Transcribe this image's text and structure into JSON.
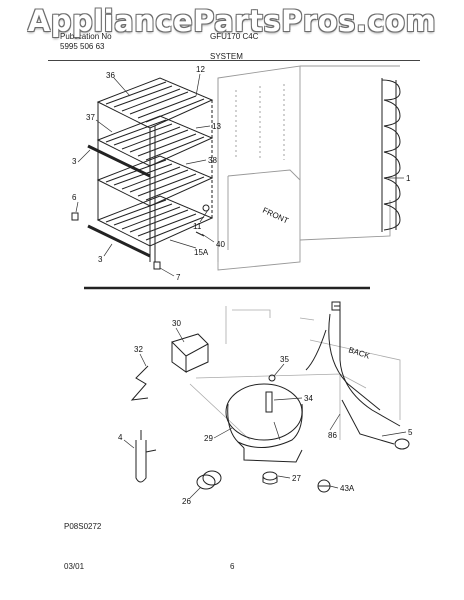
{
  "watermark": "AppliancePartsPros.com",
  "header": {
    "line1_left": "Publication No",
    "line2_left": "5995 506 63",
    "line1_right": "GFU170 C4C",
    "section_title": "SYSTEM"
  },
  "labels": {
    "front": "FRONT",
    "back": "BACK"
  },
  "callouts": [
    {
      "id": "c36",
      "text": "36"
    },
    {
      "id": "c12",
      "text": "12"
    },
    {
      "id": "c37",
      "text": "37"
    },
    {
      "id": "c13",
      "text": "13"
    },
    {
      "id": "c3a",
      "text": "3"
    },
    {
      "id": "c38",
      "text": "38"
    },
    {
      "id": "c6",
      "text": "6"
    },
    {
      "id": "c1",
      "text": "1"
    },
    {
      "id": "c11",
      "text": "11"
    },
    {
      "id": "c40",
      "text": "40"
    },
    {
      "id": "c15a",
      "text": "15A"
    },
    {
      "id": "c3b",
      "text": "3"
    },
    {
      "id": "c7",
      "text": "7"
    },
    {
      "id": "c30",
      "text": "30"
    },
    {
      "id": "c32",
      "text": "32"
    },
    {
      "id": "c35",
      "text": "35"
    },
    {
      "id": "c34",
      "text": "34"
    },
    {
      "id": "c86",
      "text": "86"
    },
    {
      "id": "c5",
      "text": "5"
    },
    {
      "id": "c29",
      "text": "29"
    },
    {
      "id": "c4",
      "text": "4"
    },
    {
      "id": "c27",
      "text": "27"
    },
    {
      "id": "c26",
      "text": "26"
    },
    {
      "id": "c43a",
      "text": "43A"
    }
  ],
  "footer": {
    "figure_code": "P08S0272",
    "date": "03/01",
    "page": "6"
  }
}
